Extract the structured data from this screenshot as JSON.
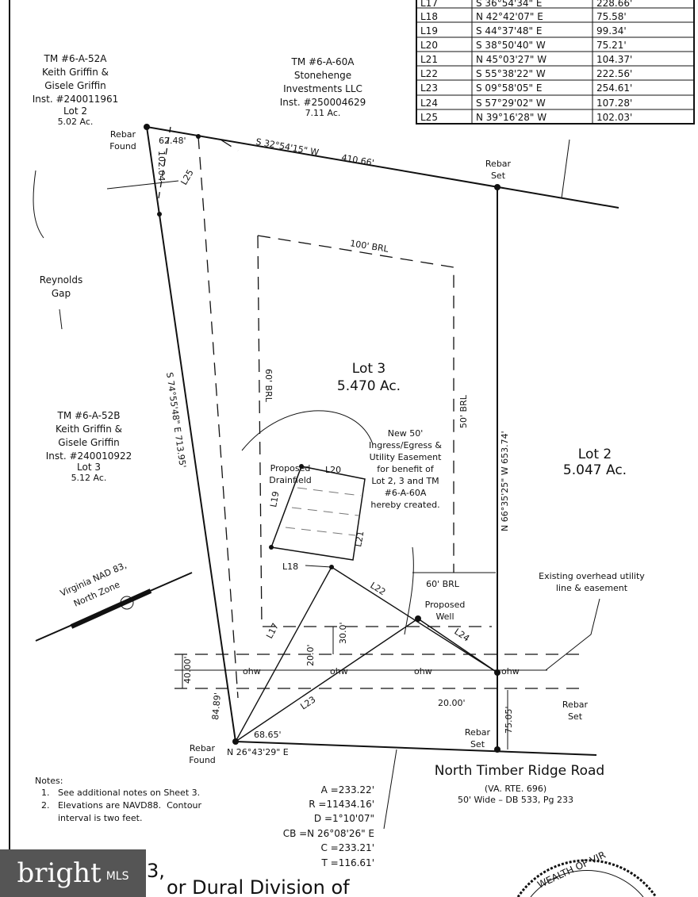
{
  "line_table": [
    {
      "line": "L17",
      "bearing": "S 36°54'34\" E",
      "distance": "228.66'"
    },
    {
      "line": "L18",
      "bearing": "N 42°42'07\" E",
      "distance": "75.58'"
    },
    {
      "line": "L19",
      "bearing": "S 44°37'48\" E",
      "distance": "99.34'"
    },
    {
      "line": "L20",
      "bearing": "S 38°50'40\" W",
      "distance": "75.21'"
    },
    {
      "line": "L21",
      "bearing": "N 45°03'27\" W",
      "distance": "104.37'"
    },
    {
      "line": "L22",
      "bearing": "S 55°38'22\" W",
      "distance": "222.56'"
    },
    {
      "line": "L23",
      "bearing": "S 09°58'05\" E",
      "distance": "254.61'"
    },
    {
      "line": "L24",
      "bearing": "S 57°29'02\" W",
      "distance": "107.28'"
    },
    {
      "line": "L25",
      "bearing": "N 39°16'28\" W",
      "distance": "102.03'"
    }
  ],
  "parcels": {
    "nw": [
      "TM #6-A-52A",
      "Keith Griffin &",
      "Gisele Griffin",
      "Inst. #240011961",
      "Lot 2",
      "5.02 Ac."
    ],
    "n": [
      "TM #6-A-60A",
      "Stonehenge",
      "Investments LLC",
      "Inst. #250004629",
      "7.11 Ac."
    ],
    "w": [
      "TM #6-A-52B",
      "Keith Griffin &",
      "Gisele Griffin",
      "Inst. #240010922",
      "Lot 3",
      "5.12 Ac."
    ],
    "lot3": [
      "Lot 3",
      "5.470 Ac."
    ],
    "lot2": [
      "Lot 2",
      "5.047 Ac."
    ]
  },
  "labels": {
    "reynolds": [
      "Reynolds",
      "Gap"
    ],
    "top_bearing": "S 32°54'15\" W",
    "top_dist": "410.66'",
    "top_seg": "62.48'",
    "left_seg": "102.04'",
    "left_bearing": "S 74°55'48\" E  713.95'",
    "right_bearing": "N 66°35'25\" W  653.74'",
    "rebar_found_1": [
      "Rebar",
      "Found"
    ],
    "rebar_set_1": [
      "Rebar",
      "Set"
    ],
    "rebar_found_2": [
      "Rebar",
      "Found"
    ],
    "rebar_set_2": [
      "Rebar",
      "Set"
    ],
    "rebar_set_3": [
      "Rebar",
      "Set"
    ],
    "brl_100": "100' BRL",
    "brl_60_left": "60' BRL",
    "brl_50": "50' BRL",
    "brl_60_bottom": "60' BRL",
    "drainfield": [
      "Proposed",
      "Drainfield"
    ],
    "easement": [
      "New 50'",
      "Ingress/Egress &",
      "Utility Easement",
      "for benefit of",
      "Lot 2, 3 and TM",
      "#6-A-60A",
      "hereby created."
    ],
    "well": [
      "Proposed",
      "Well"
    ],
    "overhead": [
      "Existing overhead utility",
      "line & easement"
    ],
    "nad": [
      "Virginia NAD 83,",
      "North Zone"
    ],
    "ohw": "ohw",
    "dim_40": "40.00'",
    "dim_30": "30.0'",
    "dim_20v": "20.0'",
    "dim_20": "20.00'",
    "dim_75": "75.05'",
    "dim_84": "84.89'",
    "dim_68": "68.65'",
    "bottom_bearing": "N 26°43'29\" E",
    "lines": [
      "L17",
      "L18",
      "L19",
      "L20",
      "L21",
      "L22",
      "L23",
      "L24",
      "L25"
    ]
  },
  "road": {
    "name": "North Timber Ridge Road",
    "route": "(VA. RTE. 696)",
    "width": "50' Wide – DB 533, Pg 233"
  },
  "curve": [
    "A =233.22'",
    "R =11434.16'",
    "D =1°10'07\"",
    "CB =N 26°08'26\" E",
    "C =233.21'",
    "T =116.61'"
  ],
  "notes": {
    "title": "Notes:",
    "items": [
      "1.   See additional notes on Sheet 3.",
      "2.   Elevations are NAVD88.  Contour",
      "      interval is two feet."
    ]
  },
  "title_fragment": [
    "3,",
    "or Dural Division of"
  ],
  "seal": "WEALTH OF VIR",
  "logo": {
    "word": "bright",
    "suffix": "MLS"
  }
}
